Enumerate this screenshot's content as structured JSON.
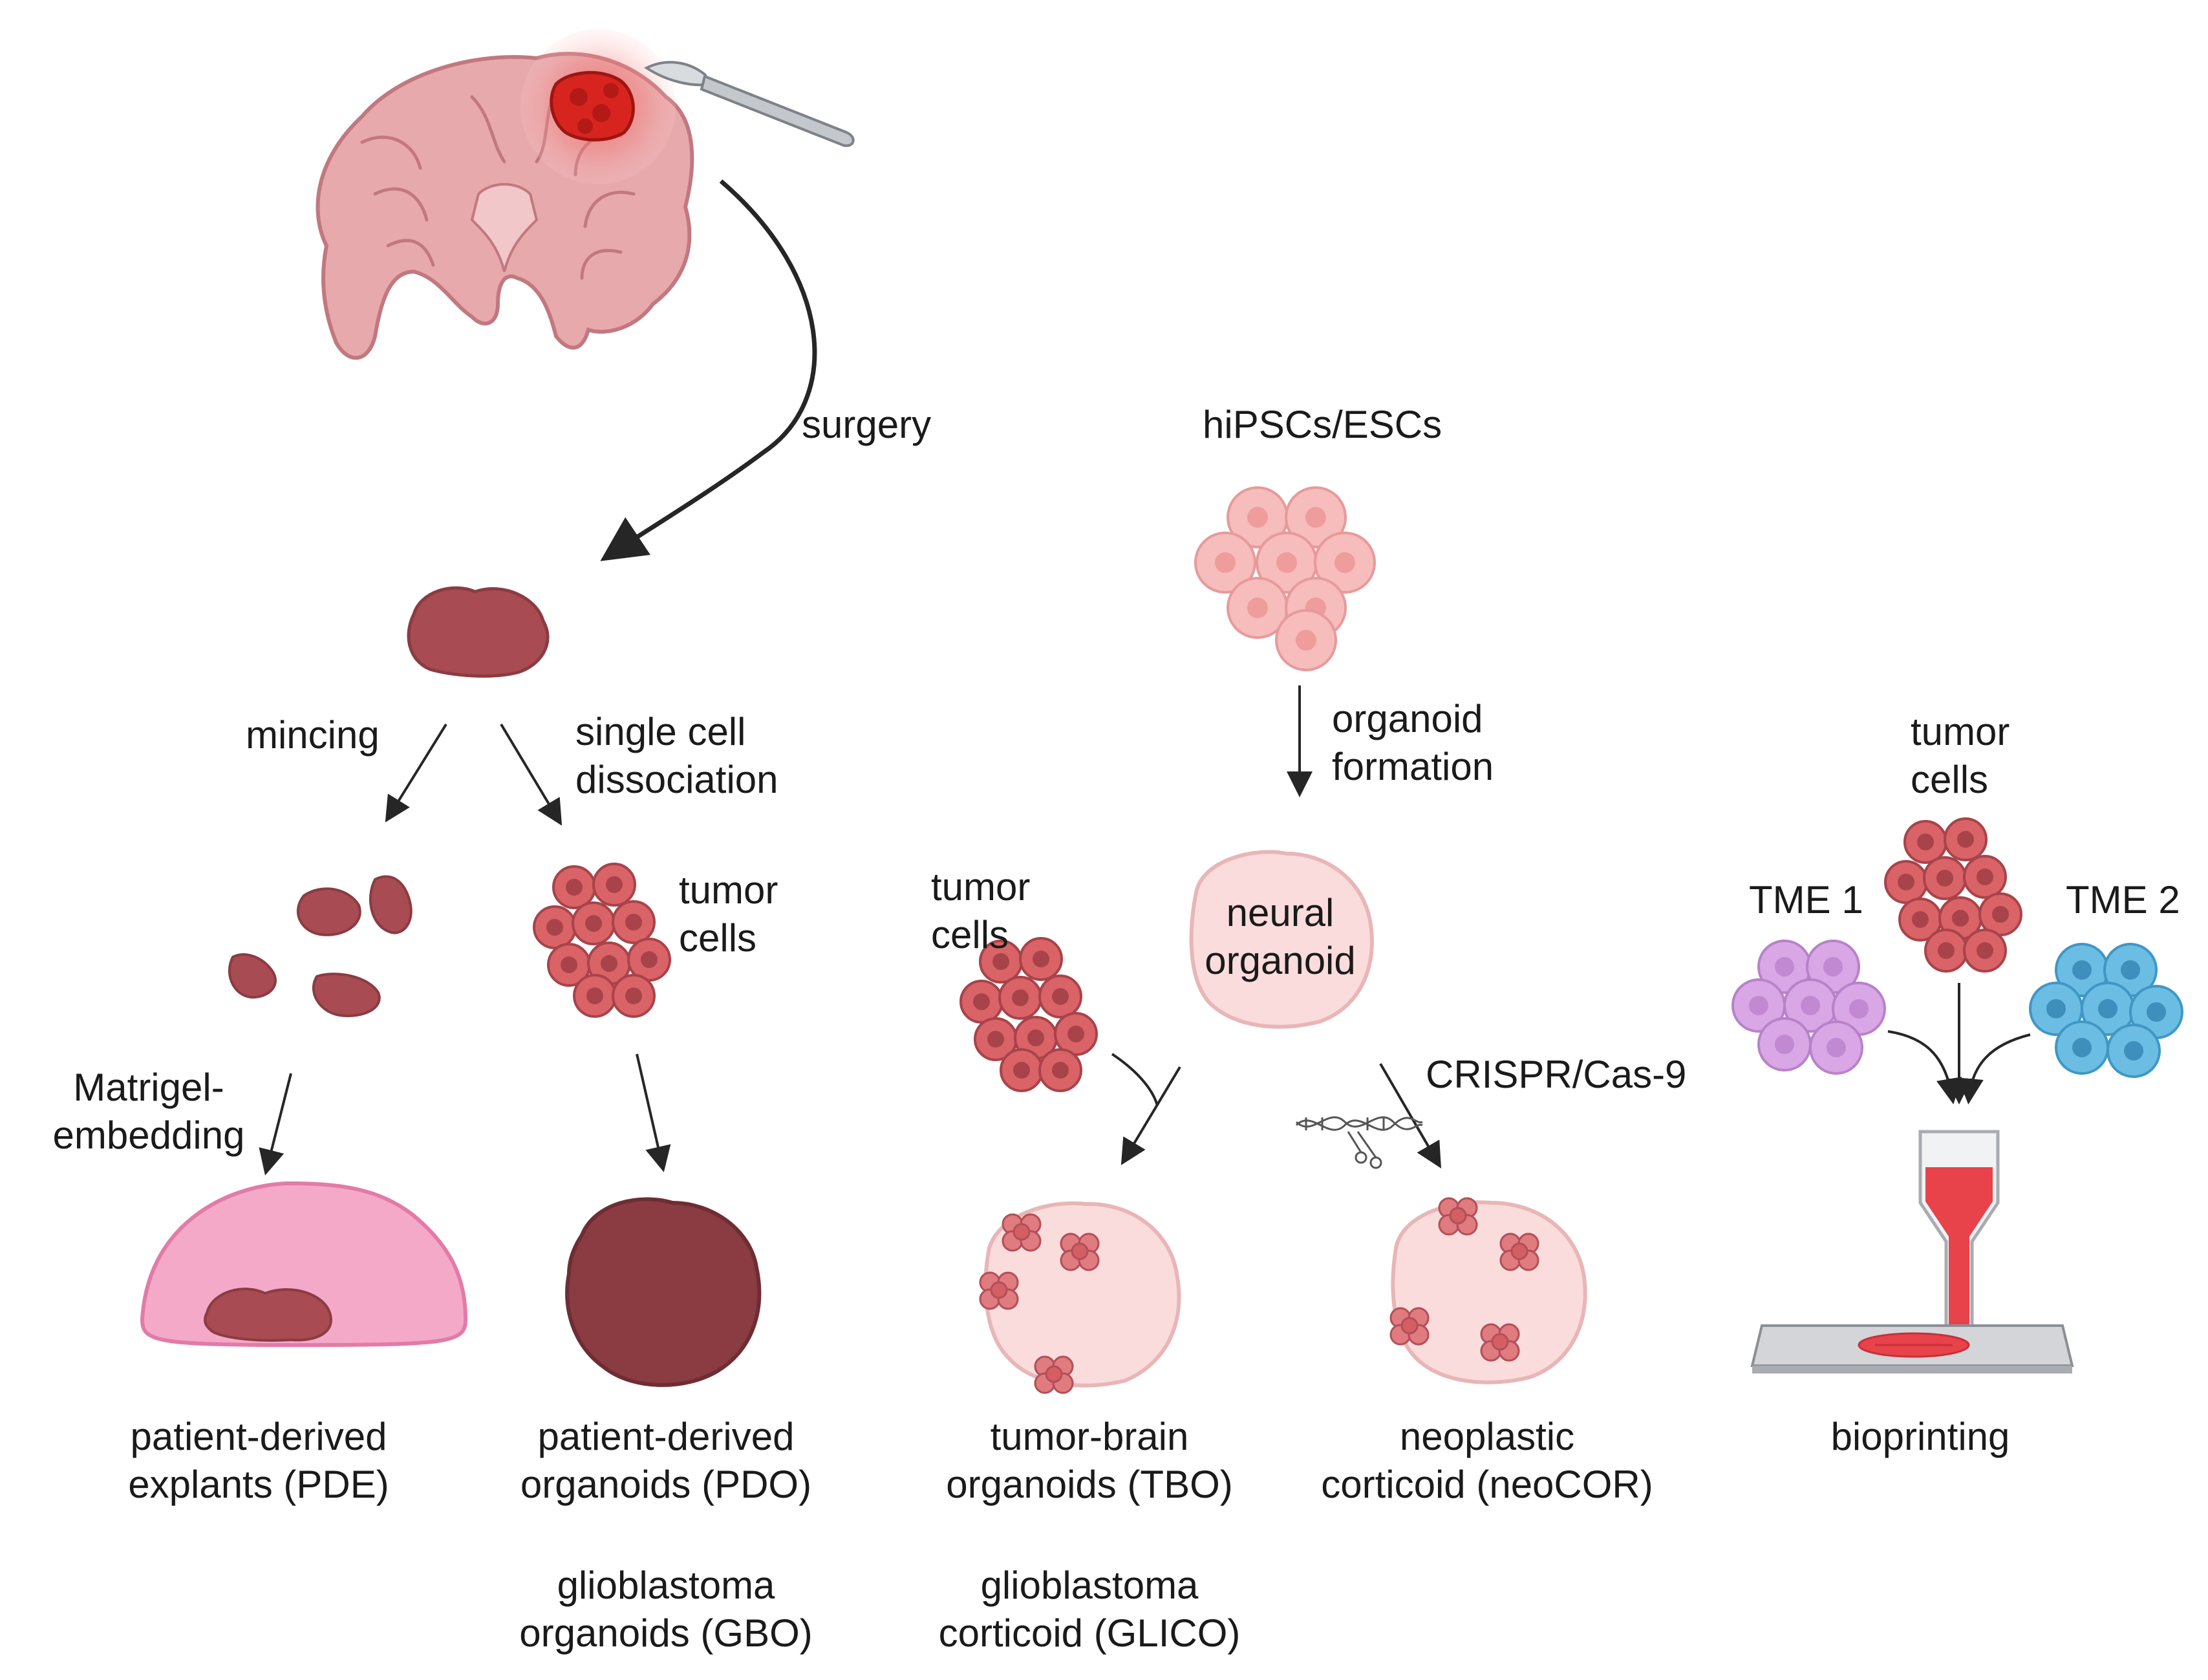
{
  "labels": {
    "surgery": "surgery",
    "hipscs": "hiPSCs/ESCs",
    "mincing": "mincing",
    "single_cell": [
      "single cell",
      "dissociation"
    ],
    "organoid_formation": [
      "organoid",
      "formation"
    ],
    "tumor_cells_a": [
      "tumor",
      "cells"
    ],
    "tumor_cells_b": [
      "tumor",
      "cells"
    ],
    "tumor_cells_c": [
      "tumor",
      "cells"
    ],
    "neural_organoid": [
      "neural",
      "organoid"
    ],
    "matrigel": [
      "Matrigel-",
      "embedding"
    ],
    "crispr": "CRISPR/Cas-9",
    "tme1": "TME 1",
    "tme2": "TME 2",
    "pde": [
      "patient-derived",
      "explants (PDE)"
    ],
    "pdo": [
      "patient-derived",
      "organoids (PDO)"
    ],
    "gbo": [
      "glioblastoma",
      "organoids (GBO)"
    ],
    "tbo": [
      "tumor-brain",
      "organoids (TBO)"
    ],
    "glico": [
      "glioblastoma",
      "corticoid (GLICO)"
    ],
    "neocor": [
      "neoplastic",
      "corticoid (neoCOR)"
    ],
    "bioprinting": "bioprinting"
  },
  "colors": {
    "brain": "#e8a9ad",
    "brain_line": "#c2787f",
    "tumor_red": "#e3302c",
    "tissue": "#a94b52",
    "tissue_dark": "#8a3c42",
    "tumor_cell": "#d96367",
    "stem_cell": "#f7bcbc",
    "organoid": "#fbdcdc",
    "pde_dish": "#f5a9c9",
    "tme1": "#d9a6e6",
    "tme2": "#6bbde3",
    "ink": "#262626",
    "bioink": "#e8424b"
  }
}
